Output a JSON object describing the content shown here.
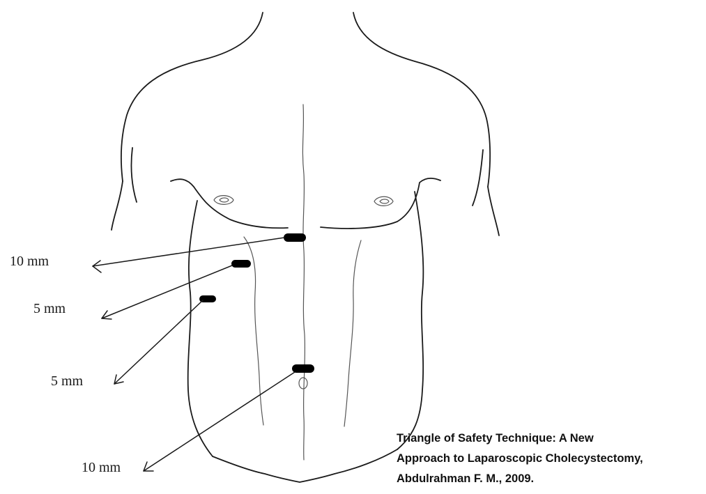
{
  "ports": [
    {
      "size_label": "10 mm"
    },
    {
      "size_label": "5 mm"
    },
    {
      "size_label": "5 mm"
    },
    {
      "size_label": "10 mm"
    }
  ],
  "caption": {
    "line1": "Triangle of Safety Technique: A New",
    "line2": "Approach to Laparoscopic Cholecystectomy,",
    "line3": "Abdulrahman F. M., 2009."
  },
  "colors": {
    "outline": "#1a1a1a",
    "port": "#000000",
    "background": "#ffffff"
  }
}
